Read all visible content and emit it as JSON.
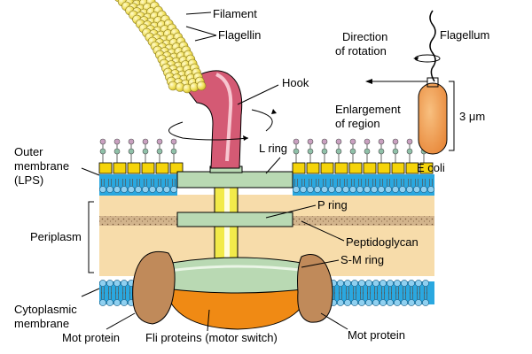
{
  "labels": {
    "filament": "Filament",
    "flagellin": "Flagellin",
    "hook": "Hook",
    "l_ring": "L ring",
    "p_ring": "P ring",
    "peptidoglycan": "Peptidoglycan",
    "sm_ring": "S-M ring",
    "outer_membrane_1": "Outer",
    "outer_membrane_2": "membrane",
    "outer_membrane_3": "(LPS)",
    "periplasm": "Periplasm",
    "cytoplasmic_membrane_1": "Cytoplasmic",
    "cytoplasmic_membrane_2": "membrane",
    "mot_protein_left": "Mot protein",
    "fli_proteins": "Fli proteins (motor switch)",
    "mot_protein_right": "Mot protein",
    "direction_1": "Direction",
    "direction_2": "of rotation",
    "flagellum": "Flagellum",
    "enlargement_1": "Enlargement",
    "enlargement_2": "of region",
    "size": "3 μm",
    "organism": "E coli"
  },
  "colors": {
    "filament": "#f3e35a",
    "hook": "#d45a74",
    "rings": "#b9d9b3",
    "rod": "#f2ea4a",
    "lps_head": "#f5d40a",
    "membrane_blue": "#2aa8e0",
    "periplasm": "#f7dcaa",
    "peptidoglycan": "#c9aa86",
    "mot": "#c08a5a",
    "fli": "#f08a14",
    "cell": "#f0a050"
  }
}
